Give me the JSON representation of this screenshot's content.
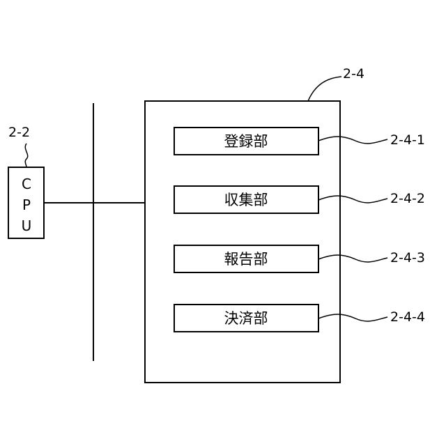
{
  "cpu": {
    "ref": "2-2",
    "chars": [
      "C",
      "P",
      "U"
    ]
  },
  "module": {
    "ref": "2-4",
    "units": [
      {
        "label": "登録部",
        "ref": "2-4-1"
      },
      {
        "label": "収集部",
        "ref": "2-4-2"
      },
      {
        "label": "報告部",
        "ref": "2-4-3"
      },
      {
        "label": "決済部",
        "ref": "2-4-4"
      }
    ]
  }
}
